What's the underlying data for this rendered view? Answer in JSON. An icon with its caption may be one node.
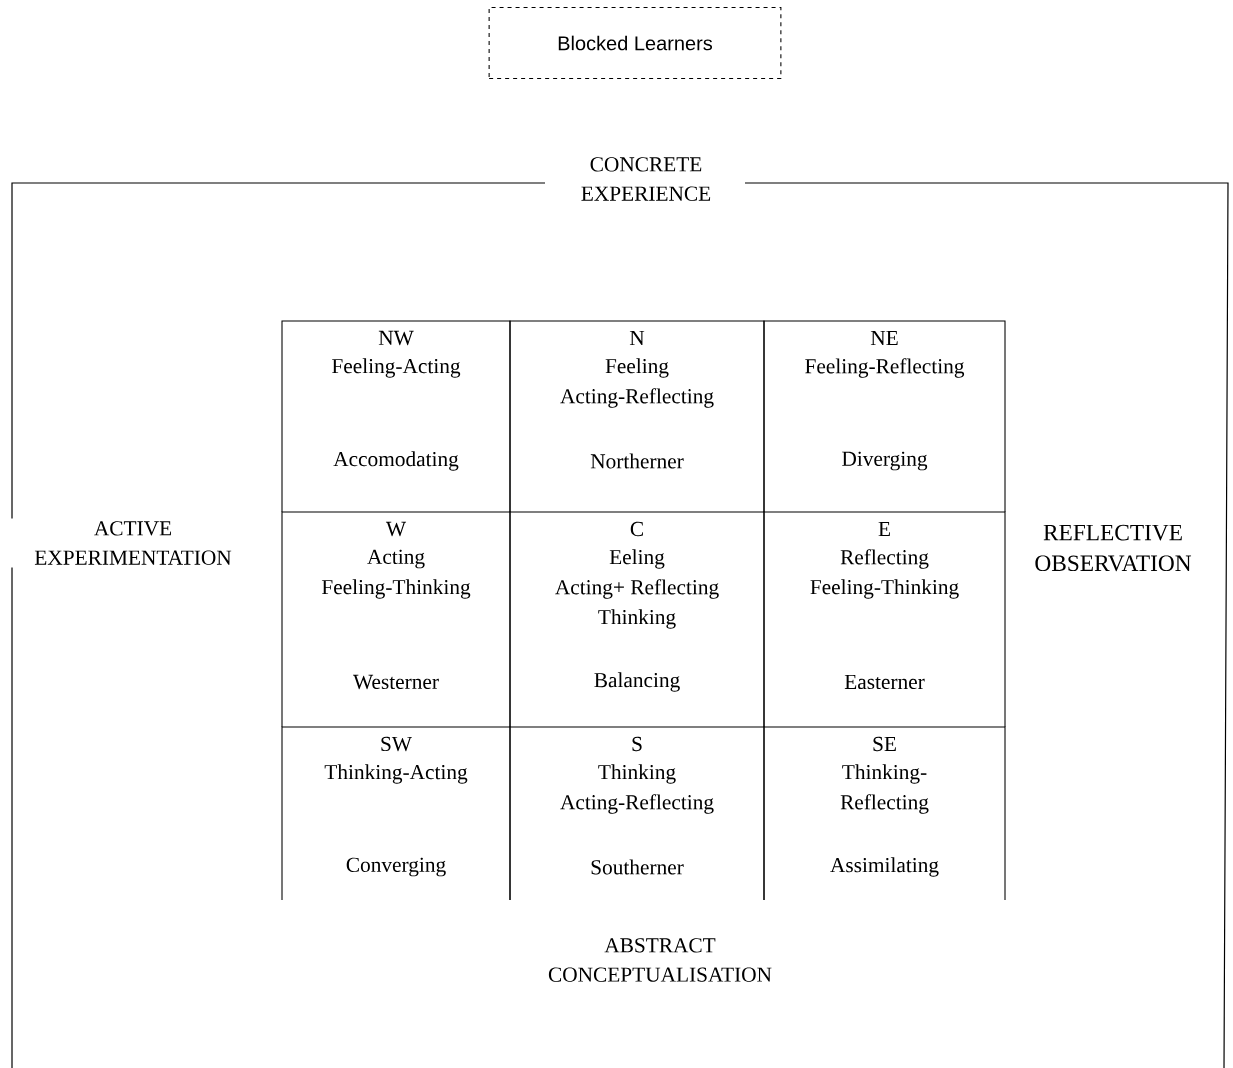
{
  "diagram": {
    "nodes": [
      {
        "text": [
          "Blocked Learners"
        ]
      },
      {
        "text": [
          "NW",
          "Feeling-Acting",
          "Accomodating"
        ]
      },
      {
        "text": [
          "N",
          "Feeling",
          "Acting-Reflecting",
          "Northerner"
        ]
      },
      {
        "text": [
          "NE",
          "Feeling-Reflecting",
          "Diverging"
        ]
      },
      {
        "text": [
          "W",
          "Acting",
          "Feeling-Thinking",
          "Westerner"
        ]
      },
      {
        "text": [
          "C",
          "Eeling",
          "Acting+ Reflecting",
          "Thinking",
          "Balancing"
        ]
      },
      {
        "text": [
          "E",
          "Reflecting",
          "Feeling-Thinking",
          "Easterner"
        ]
      },
      {
        "text": [
          "SW",
          "Thinking-Acting",
          "Converging"
        ]
      },
      {
        "text": [
          "S",
          "Thinking",
          "Acting-Reflecting",
          "Southerner"
        ]
      },
      {
        "text": [
          "SE",
          "Thinking-",
          "Reflecting",
          "Assimilating"
        ]
      }
    ],
    "labels": [
      "CONCRETE EXPERIENCE",
      "ACTIVE EXPERIMENTATION",
      "REFLECTIVE OBSERVATION",
      "ABSTRACT CONCEPTUALISATION"
    ]
  }
}
